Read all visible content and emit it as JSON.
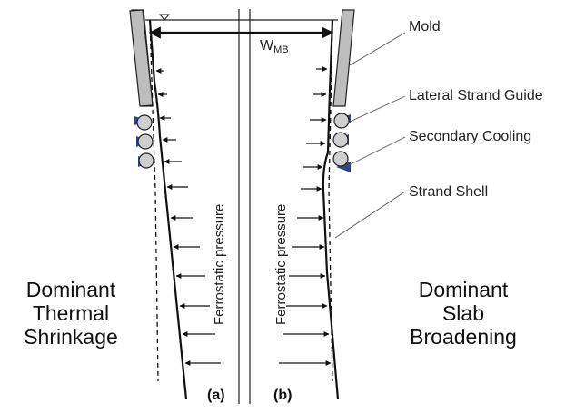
{
  "colors": {
    "mold_fill": "#bdbdbd",
    "roll_fill": "#cfcfcf",
    "spray_blue": "#2f3f9a",
    "line": "#111111"
  },
  "labels": {
    "mold": "Mold",
    "lateral_guide": "Lateral Strand Guide",
    "secondary_cooling": "Secondary Cooling",
    "strand_shell": "Strand Shell",
    "width_symbol": "W",
    "width_subscript": "MB",
    "pressure_left": "Ferrostatic pressure",
    "pressure_right": "Ferrostatic pressure",
    "left_heading": [
      "Dominant",
      "Thermal",
      "Shrinkage"
    ],
    "right_heading": [
      "Dominant",
      "Slab",
      "Broadening"
    ],
    "panel_a": "(a)",
    "panel_b": "(b)"
  },
  "icons": {
    "meniscus": "inverted-triangle-icon"
  }
}
